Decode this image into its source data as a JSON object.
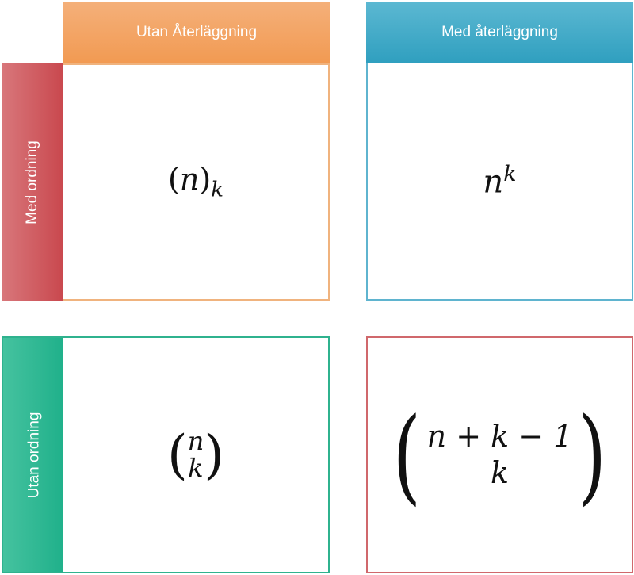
{
  "columns": [
    {
      "label": "Utan Återläggning",
      "color": "#f29a52"
    },
    {
      "label": "Med återläggning",
      "color": "#3aa6c4"
    }
  ],
  "rows": [
    {
      "label": "Med ordning",
      "color": "#c9484e"
    },
    {
      "label": "Utan ordning",
      "color": "#1fb08a"
    }
  ],
  "cells": {
    "ordered_without": {
      "base": "n",
      "sub": "k",
      "open": "(",
      "close": ")"
    },
    "ordered_with": {
      "base": "n",
      "sup": "k"
    },
    "unordered_without": {
      "top": "n",
      "bottom": "k",
      "open": "(",
      "close": ")"
    },
    "unordered_with": {
      "top": "n + k − 1",
      "bottom": "k",
      "open": "(",
      "close": ")"
    }
  }
}
